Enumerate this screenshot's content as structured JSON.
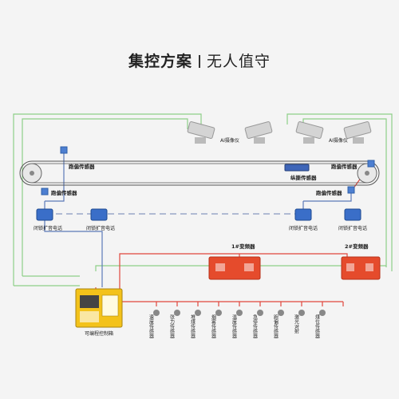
{
  "title": {
    "main": "集控方案",
    "sub": "无人值守"
  },
  "cameras": {
    "label": "AI摄像仪"
  },
  "belt": {
    "deviation_sensor": "跑偏传感器",
    "tear_sensor": "纵撕传感器"
  },
  "phones": {
    "label": "闭锁扩音电话"
  },
  "inverters": {
    "first": "1#变频器",
    "second": "2#变频器"
  },
  "controller": {
    "label": "可编程控制箱"
  },
  "sensors": [
    "速度传感器",
    "张力传感器",
    "堆煤传感器",
    "烟雾传感器",
    "温度传感器",
    "急停传感器",
    "跑偏传感器",
    "激光对射",
    "煤位传感器"
  ],
  "colors": {
    "red_line": "#e0463c",
    "green_line": "#8ecf88",
    "blue_line": "#5b79b8",
    "dashed_line": "#9aa6c8",
    "inverter": "#e54b2c",
    "controller": "#f3c21a"
  }
}
